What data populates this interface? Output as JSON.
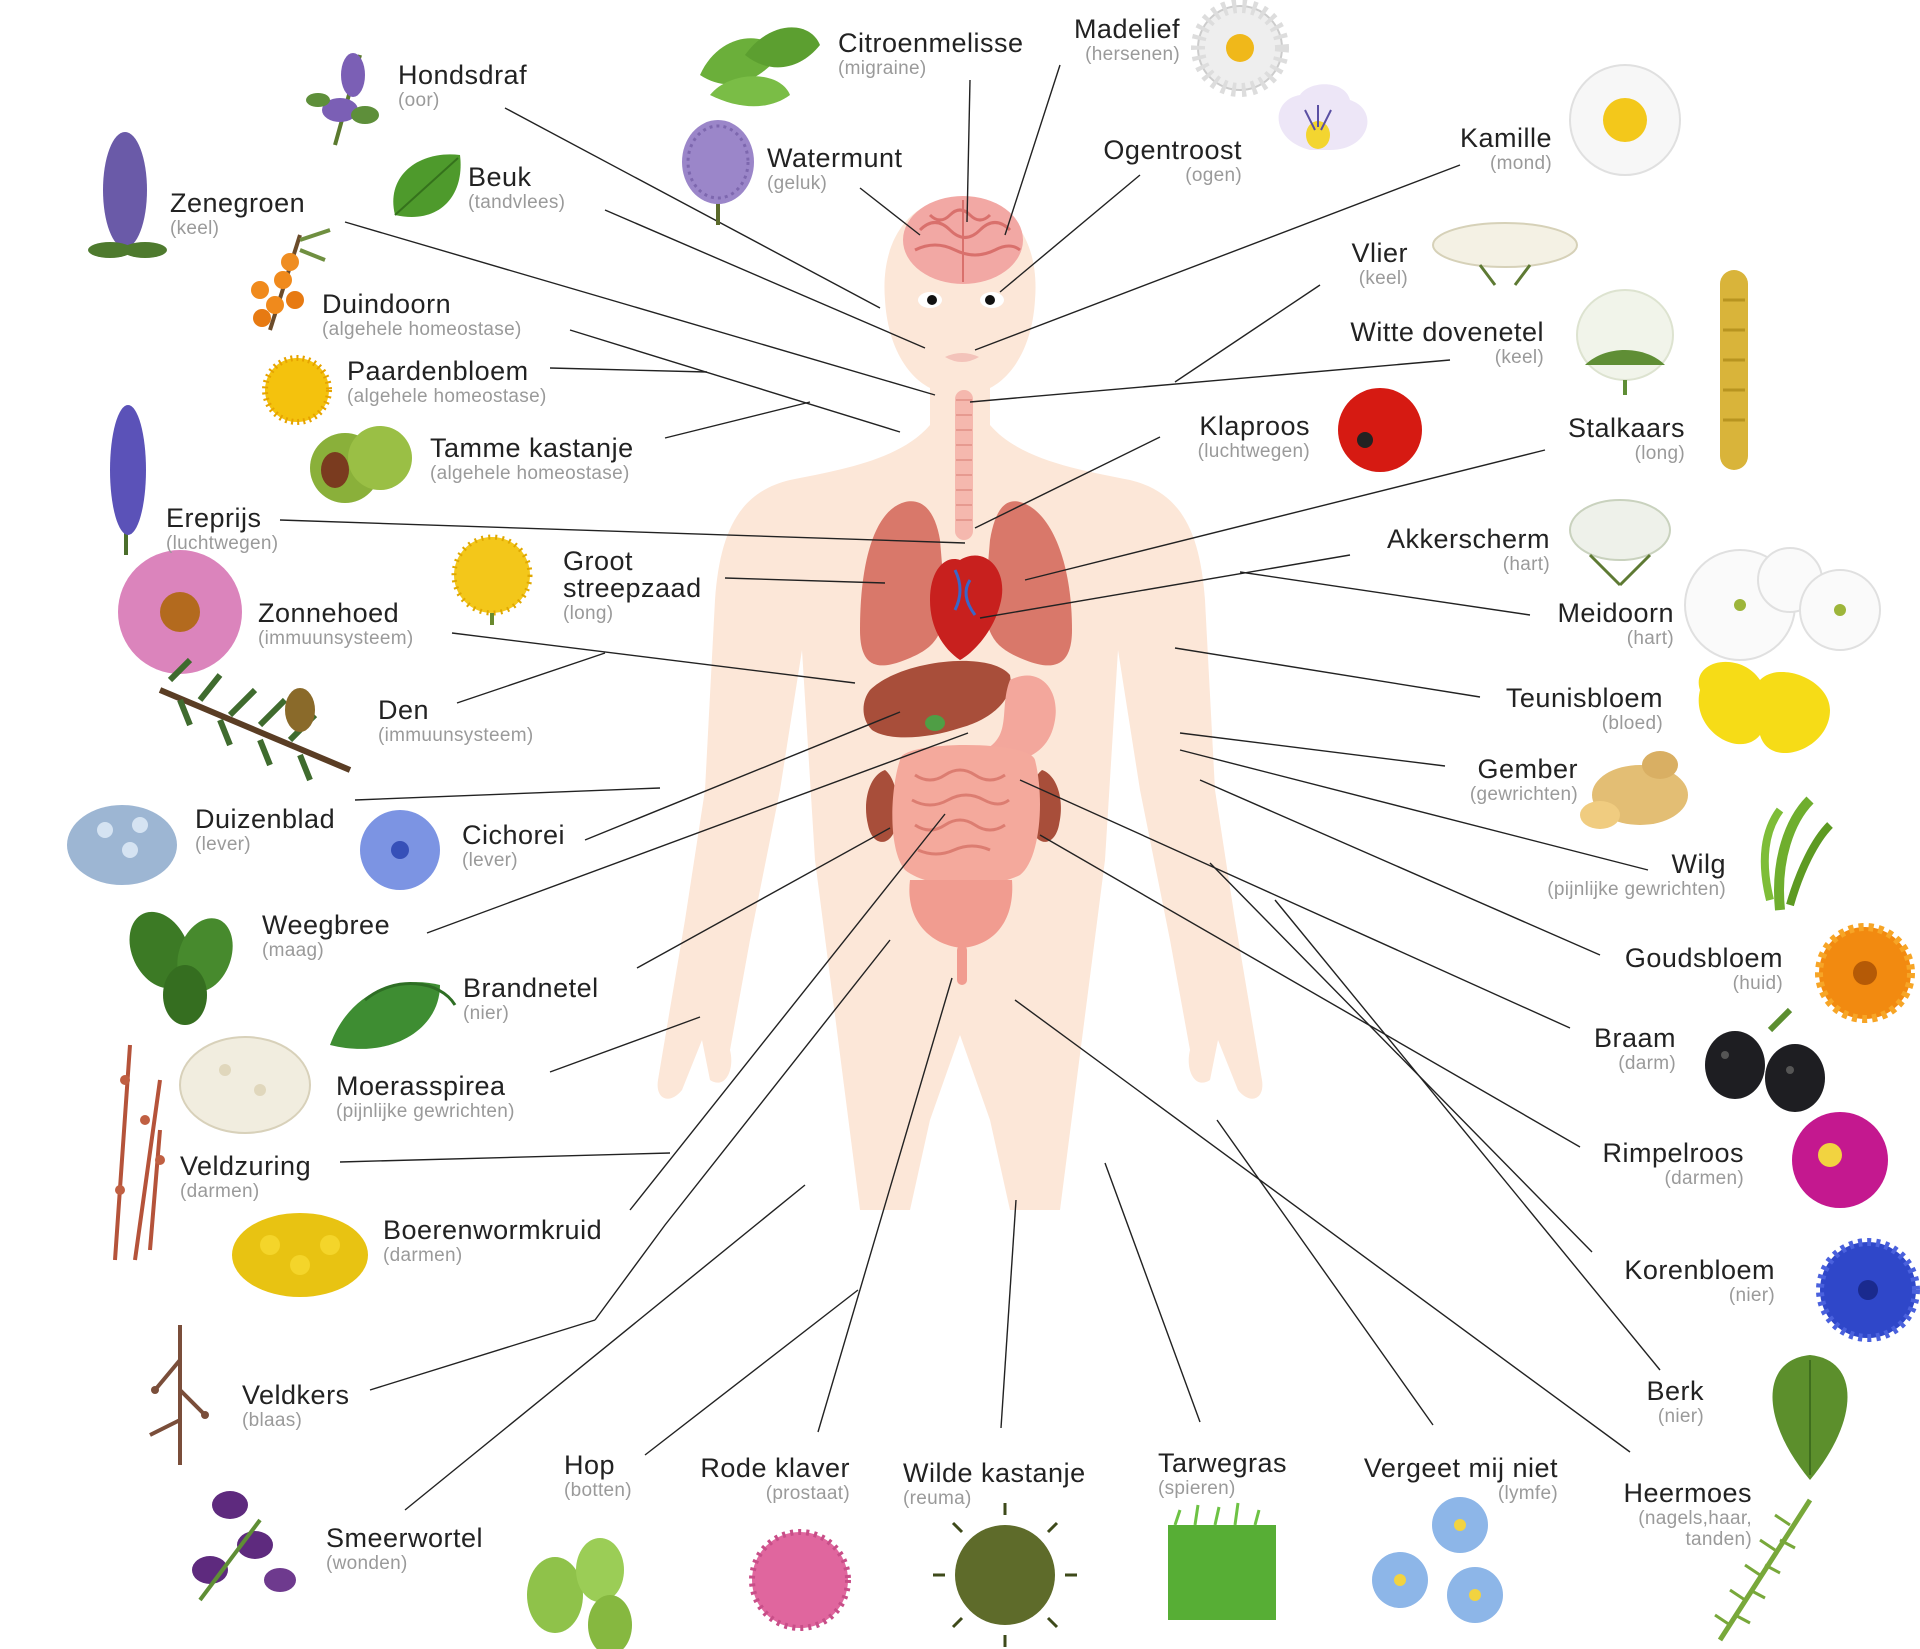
{
  "diagram": {
    "body_color": "#FCE7D8",
    "line_color": "#222222",
    "plants": [
      {
        "id": "hondsdraf",
        "name": "Hondsdraf",
        "organ": "(oor)",
        "icon": "ground-ivy-flower-icon",
        "color": "#7B5FB5"
      },
      {
        "id": "citroenmelisse",
        "name": "Citroenmelisse",
        "organ": "(migraine)",
        "icon": "lemon-balm-leaves-icon",
        "color": "#6BAF3A"
      },
      {
        "id": "madelief",
        "name": "Madelief",
        "organ": "(hersenen)",
        "icon": "daisy-flower-icon",
        "color": "#F2F2F2"
      },
      {
        "id": "zenegroen",
        "name": "Zenegroen",
        "organ": "(keel)",
        "icon": "bugle-flower-icon",
        "color": "#6A5AA8"
      },
      {
        "id": "beuk",
        "name": "Beuk",
        "organ": "(tandvlees)",
        "icon": "beech-leaf-icon",
        "color": "#4E9A2C"
      },
      {
        "id": "watermunt",
        "name": "Watermunt",
        "organ": "(geluk)",
        "icon": "water-mint-flower-icon",
        "color": "#9B86C9"
      },
      {
        "id": "ogentroost",
        "name": "Ogentroost",
        "organ": "(ogen)",
        "icon": "eyebright-flower-icon",
        "color": "#EDE6F7"
      },
      {
        "id": "kamille",
        "name": "Kamille",
        "organ": "(mond)",
        "icon": "chamomile-flower-icon",
        "color": "#F7F7F7"
      },
      {
        "id": "duindoorn",
        "name": "Duindoorn",
        "organ": "(algehele homeostase)",
        "icon": "sea-buckthorn-berries-icon",
        "color": "#F08A1C"
      },
      {
        "id": "vlier",
        "name": "Vlier",
        "organ": "(keel)",
        "icon": "elderflower-icon",
        "color": "#F4F1E4"
      },
      {
        "id": "paardenbloem",
        "name": "Paardenbloem",
        "organ": "(algehele homeostase)",
        "icon": "dandelion-flower-icon",
        "color": "#F4C20D"
      },
      {
        "id": "witte_dovenetel",
        "name": "Witte dovenetel",
        "organ": "(keel)",
        "icon": "white-deadnettle-icon",
        "color": "#F1F4EA"
      },
      {
        "id": "tamme_kastanje",
        "name": "Tamme kastanje",
        "organ": "(algehele homeostase)",
        "icon": "sweet-chestnut-icon",
        "color": "#8AB03A"
      },
      {
        "id": "klaproos",
        "name": "Klaproos",
        "organ": "(luchtwegen)",
        "icon": "poppy-flower-icon",
        "color": "#D61A12"
      },
      {
        "id": "stalkaars",
        "name": "Stalkaars",
        "organ": "(long)",
        "icon": "mullein-flower-icon",
        "color": "#D9B43A"
      },
      {
        "id": "ereprijs",
        "name": "Ereprijs",
        "organ": "(luchtwegen)",
        "icon": "speedwell-flower-icon",
        "color": "#5B52B8"
      },
      {
        "id": "groot_streepzaad",
        "name": "Groot\nstreepzaad",
        "organ": "(long)",
        "icon": "hawksbeard-flower-icon",
        "color": "#F3C71A"
      },
      {
        "id": "akkerscherm",
        "name": "Akkerscherm",
        "organ": "(hart)",
        "icon": "wild-carrot-flower-icon",
        "color": "#EEF1EA"
      },
      {
        "id": "zonnehoed",
        "name": "Zonnehoed",
        "organ": "(immuunsysteem)",
        "icon": "echinacea-flower-icon",
        "color": "#D777B5"
      },
      {
        "id": "meidoorn",
        "name": "Meidoorn",
        "organ": "(hart)",
        "icon": "hawthorn-blossom-icon",
        "color": "#FAFAFA"
      },
      {
        "id": "den",
        "name": "Den",
        "organ": "(immuunsysteem)",
        "icon": "pine-branch-icon",
        "color": "#3F6B2E"
      },
      {
        "id": "teunisbloem",
        "name": "Teunisbloem",
        "organ": "(bloed)",
        "icon": "evening-primrose-flower-icon",
        "color": "#F6DC17"
      },
      {
        "id": "gember",
        "name": "Gember",
        "organ": "(gewrichten)",
        "icon": "ginger-root-icon",
        "color": "#E3BE74"
      },
      {
        "id": "duizenblad",
        "name": "Duizenblad",
        "organ": "(lever)",
        "icon": "yarrow-flower-icon",
        "color": "#9DB6D3"
      },
      {
        "id": "cichorei",
        "name": "Cichorei",
        "organ": "(lever)",
        "icon": "chicory-flower-icon",
        "color": "#7C94E3"
      },
      {
        "id": "wilg",
        "name": "Wilg",
        "organ": "(pijnlijke gewrichten)",
        "icon": "willow-leaves-icon",
        "color": "#6FAE2E"
      },
      {
        "id": "weegbree",
        "name": "Weegbree",
        "organ": "(maag)",
        "icon": "plantain-leaves-icon",
        "color": "#3C7A25"
      },
      {
        "id": "goudsbloem",
        "name": "Goudsbloem",
        "organ": "(huid)",
        "icon": "marigold-flower-icon",
        "color": "#F28A10"
      },
      {
        "id": "brandnetel",
        "name": "Brandnetel",
        "organ": "(nier)",
        "icon": "nettle-leaves-icon",
        "color": "#3E8D32"
      },
      {
        "id": "braam",
        "name": "Braam",
        "organ": "(darm)",
        "icon": "blackberry-icon",
        "color": "#1E1E22"
      },
      {
        "id": "moerasspirea",
        "name": "Moerasspirea",
        "organ": "(pijnlijke gewrichten)",
        "icon": "meadowsweet-flower-icon",
        "color": "#F1EDDF"
      },
      {
        "id": "rimpelroos",
        "name": "Rimpelroos",
        "organ": "(darmen)",
        "icon": "rugosa-rose-icon",
        "color": "#C4188F"
      },
      {
        "id": "veldzuring",
        "name": "Veldzuring",
        "organ": "(darmen)",
        "icon": "sorrel-plant-icon",
        "color": "#B5533A"
      },
      {
        "id": "boerenwormkruid",
        "name": "Boerenwormkruid",
        "organ": "(darmen)",
        "icon": "tansy-flower-icon",
        "color": "#E8C312"
      },
      {
        "id": "korenbloem",
        "name": "Korenbloem",
        "organ": "(nier)",
        "icon": "cornflower-icon",
        "color": "#2F47C9"
      },
      {
        "id": "veldkers",
        "name": "Veldkers",
        "organ": "(blaas)",
        "icon": "cress-plant-icon",
        "color": "#7A4E3A"
      },
      {
        "id": "berk",
        "name": "Berk",
        "organ": "(nier)",
        "icon": "birch-leaf-icon",
        "color": "#5C8F2C"
      },
      {
        "id": "hop",
        "name": "Hop",
        "organ": "(botten)",
        "icon": "hops-cone-icon",
        "color": "#8FC24A"
      },
      {
        "id": "rode_klaver",
        "name": "Rode klaver",
        "organ": "(prostaat)",
        "icon": "red-clover-icon",
        "color": "#E0669E"
      },
      {
        "id": "wilde_kastanje",
        "name": "Wilde kastanje",
        "organ": "(reuma)",
        "icon": "horse-chestnut-icon",
        "color": "#5E6B2A"
      },
      {
        "id": "tarwegras",
        "name": "Tarwegras",
        "organ": "(spieren)",
        "icon": "wheatgrass-icon",
        "color": "#57AE35"
      },
      {
        "id": "vergeet_mij_niet",
        "name": "Vergeet mij niet",
        "organ": "(lymfe)",
        "icon": "forget-me-not-icon",
        "color": "#8DB6E8"
      },
      {
        "id": "heermoes",
        "name": "Heermoes",
        "organ": "(nagels,haar,\ntanden)",
        "icon": "horsetail-icon",
        "color": "#78A83A"
      },
      {
        "id": "smeerwortel",
        "name": "Smeerwortel",
        "organ": "(wonden)",
        "icon": "comfrey-flower-icon",
        "color": "#5E2A7E"
      }
    ]
  }
}
